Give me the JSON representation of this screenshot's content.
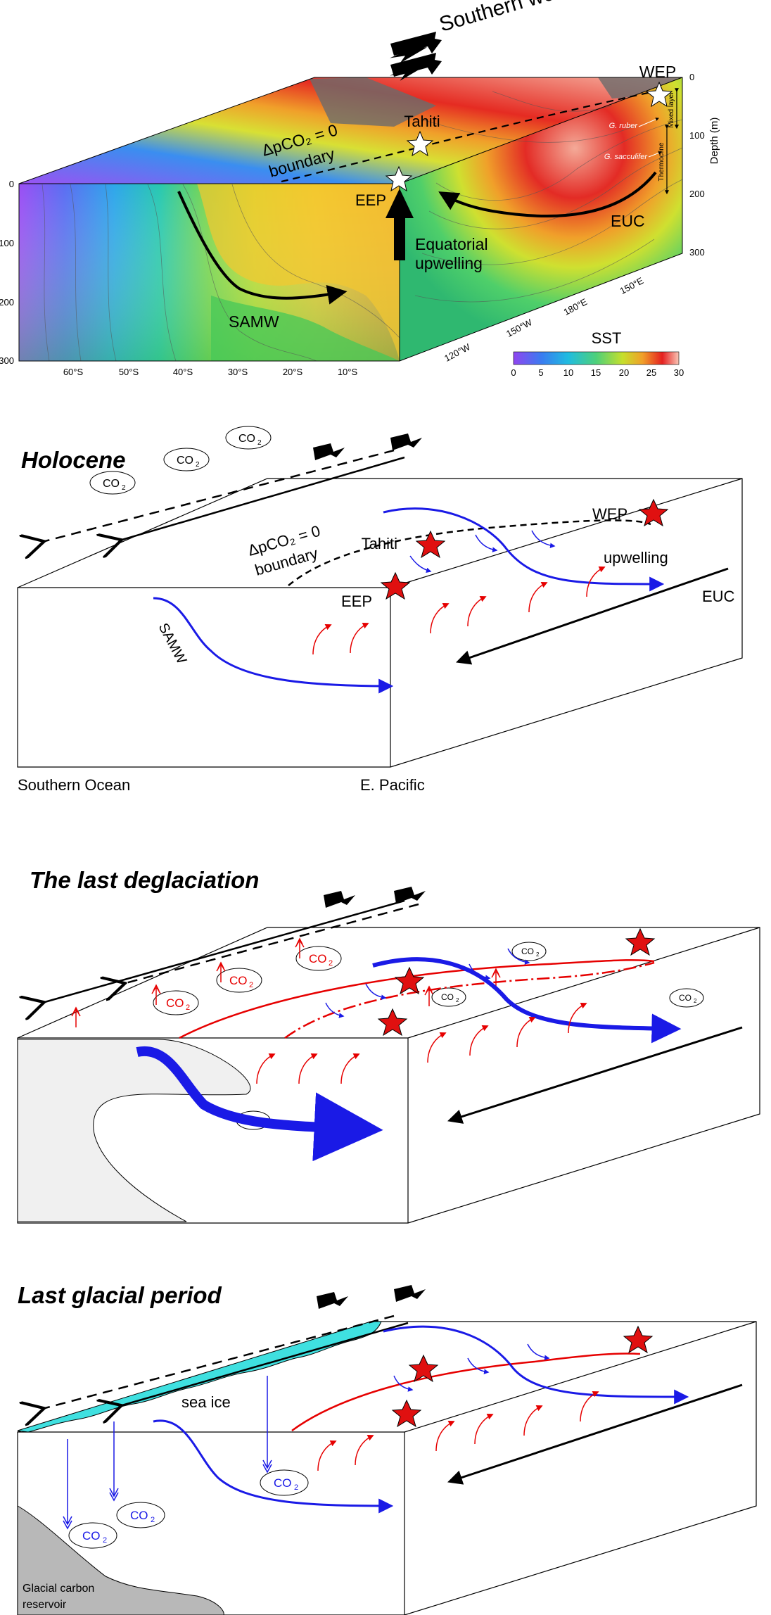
{
  "panel1": {
    "winds": "Southern westries",
    "wep": "WEP",
    "tahiti": "Tahiti",
    "eep": "EEP",
    "boundary_line1": "ΔpCO₂ = 0",
    "boundary_line2": "boundary",
    "equatorial_upwelling_line1": "Equatorial",
    "equatorial_upwelling_line2": "upwelling",
    "euc": "EUC",
    "samw": "SAMW",
    "g_ruber": "G. ruber",
    "g_sacculifer": "G. sacculifer",
    "mixed_layer": "Mixed layer",
    "thermocline": "Thermocline",
    "depth_axis_label": "Depth (m)",
    "left_depth_ticks": [
      "0",
      "100",
      "200",
      "300"
    ],
    "right_depth_ticks": [
      "0",
      "100",
      "200",
      "300"
    ],
    "latitude_ticks": [
      "60°S",
      "50°S",
      "40°S",
      "30°S",
      "20°S",
      "10°S"
    ],
    "longitude_ticks": [
      "120°W",
      "150°W",
      "180°E",
      "150°E"
    ],
    "colorbar": {
      "title": "SST",
      "ticks": [
        "0",
        "5",
        "10",
        "15",
        "20",
        "25",
        "30"
      ],
      "colors": [
        "#8f45f0",
        "#3a7cf0",
        "#20bce0",
        "#4ed07a",
        "#c6df2c",
        "#f0a02a",
        "#e52020",
        "#f9c6b6"
      ]
    }
  },
  "panel2": {
    "title": "Holocene",
    "co2": "CO",
    "co2_sub": "2",
    "tahiti": "Tahiti",
    "wep": "WEP",
    "eep": "EEP",
    "boundary_line1": "ΔpCO₂ = 0",
    "boundary_line2": "boundary",
    "upwelling": "upwelling",
    "euc": "EUC",
    "samw": "SAMW",
    "southern_ocean": "Southern Ocean",
    "e_pacific": "E. Pacific"
  },
  "panel3": {
    "title": "The last deglaciation",
    "co2": "CO",
    "co2_sub": "2"
  },
  "panel4": {
    "title": "Last glacial period",
    "sea_ice": "sea ice",
    "co2": "CO",
    "co2_sub": "2",
    "glacial_line1": "Glacial carbon",
    "glacial_line2": "reservoir"
  },
  "colors": {
    "blue": "#1a1ae6",
    "red": "#e60000",
    "star_red": "#e01010",
    "sea_ice": "#3fe0e0",
    "ice_sheet": "#f0f0f0",
    "carbon_reservoir": "#b8b8b8"
  }
}
